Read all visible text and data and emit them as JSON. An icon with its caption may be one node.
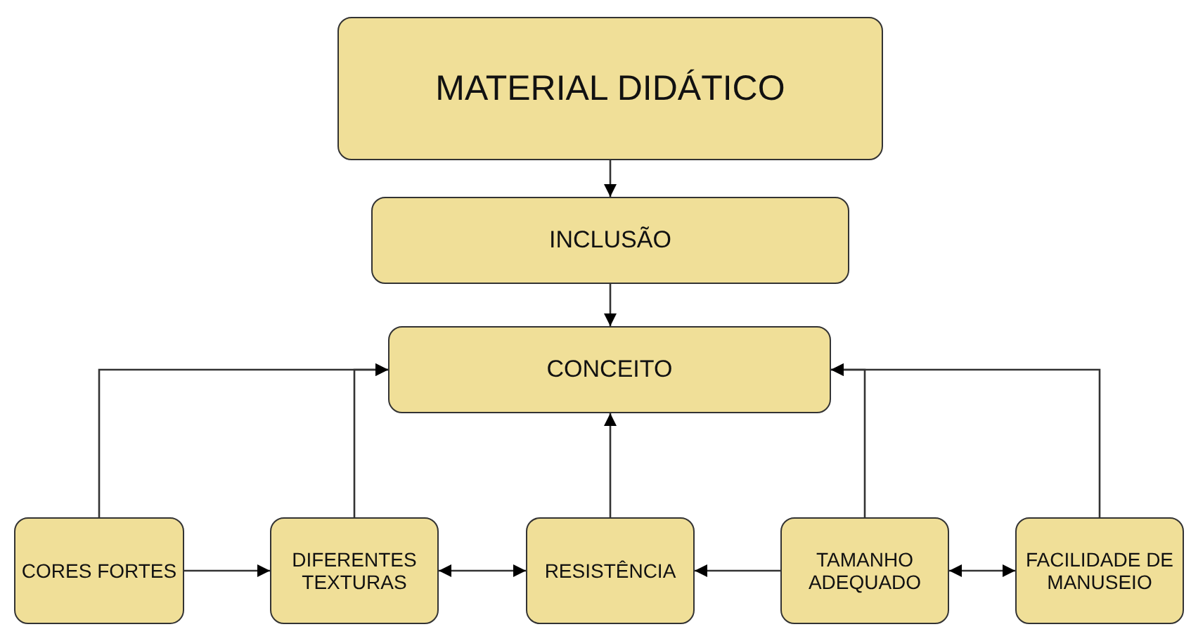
{
  "diagram": {
    "nodes": [
      {
        "text": [
          "MATERIAL DIDÁTICO"
        ]
      },
      {
        "text": [
          "INCLUSÃO"
        ]
      },
      {
        "text": [
          "CONCEITO"
        ]
      },
      {
        "text": [
          "CORES FORTES"
        ]
      },
      {
        "text": [
          "DIFERENTES TEXTURAS"
        ]
      },
      {
        "text": [
          "RESISTÊNCIA"
        ]
      },
      {
        "text": [
          "TAMANHO ADEQUADO"
        ]
      },
      {
        "text": [
          "FACILIDADE DE MANUSEIO"
        ]
      }
    ],
    "edges": [
      {
        "from": 0,
        "to": 1,
        "arrow": "to"
      },
      {
        "from": 1,
        "to": 2,
        "arrow": "to"
      },
      {
        "from": 3,
        "to": 2,
        "arrow": "to"
      },
      {
        "from": 4,
        "to": 2,
        "arrow": "to"
      },
      {
        "from": 5,
        "to": 2,
        "arrow": "to"
      },
      {
        "from": 6,
        "to": 2,
        "arrow": "to"
      },
      {
        "from": 7,
        "to": 2,
        "arrow": "to"
      },
      {
        "from": 3,
        "to": 4,
        "arrow": "to"
      },
      {
        "from": 4,
        "to": 5,
        "arrow": "both"
      },
      {
        "from": 6,
        "to": 5,
        "arrow": "to"
      },
      {
        "from": 6,
        "to": 7,
        "arrow": "both"
      }
    ]
  }
}
